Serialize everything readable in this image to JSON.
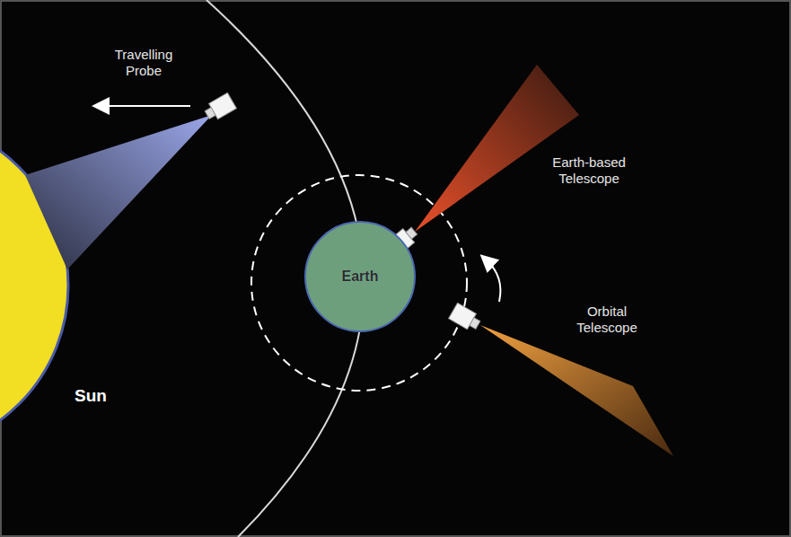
{
  "diagram": {
    "nodes": [
      {
        "text": [
          "Earth"
        ]
      }
    ],
    "labels": [
      "Travelling Probe",
      "Earth-based Telescope",
      "Orbital Telescope",
      "Sun"
    ]
  }
}
